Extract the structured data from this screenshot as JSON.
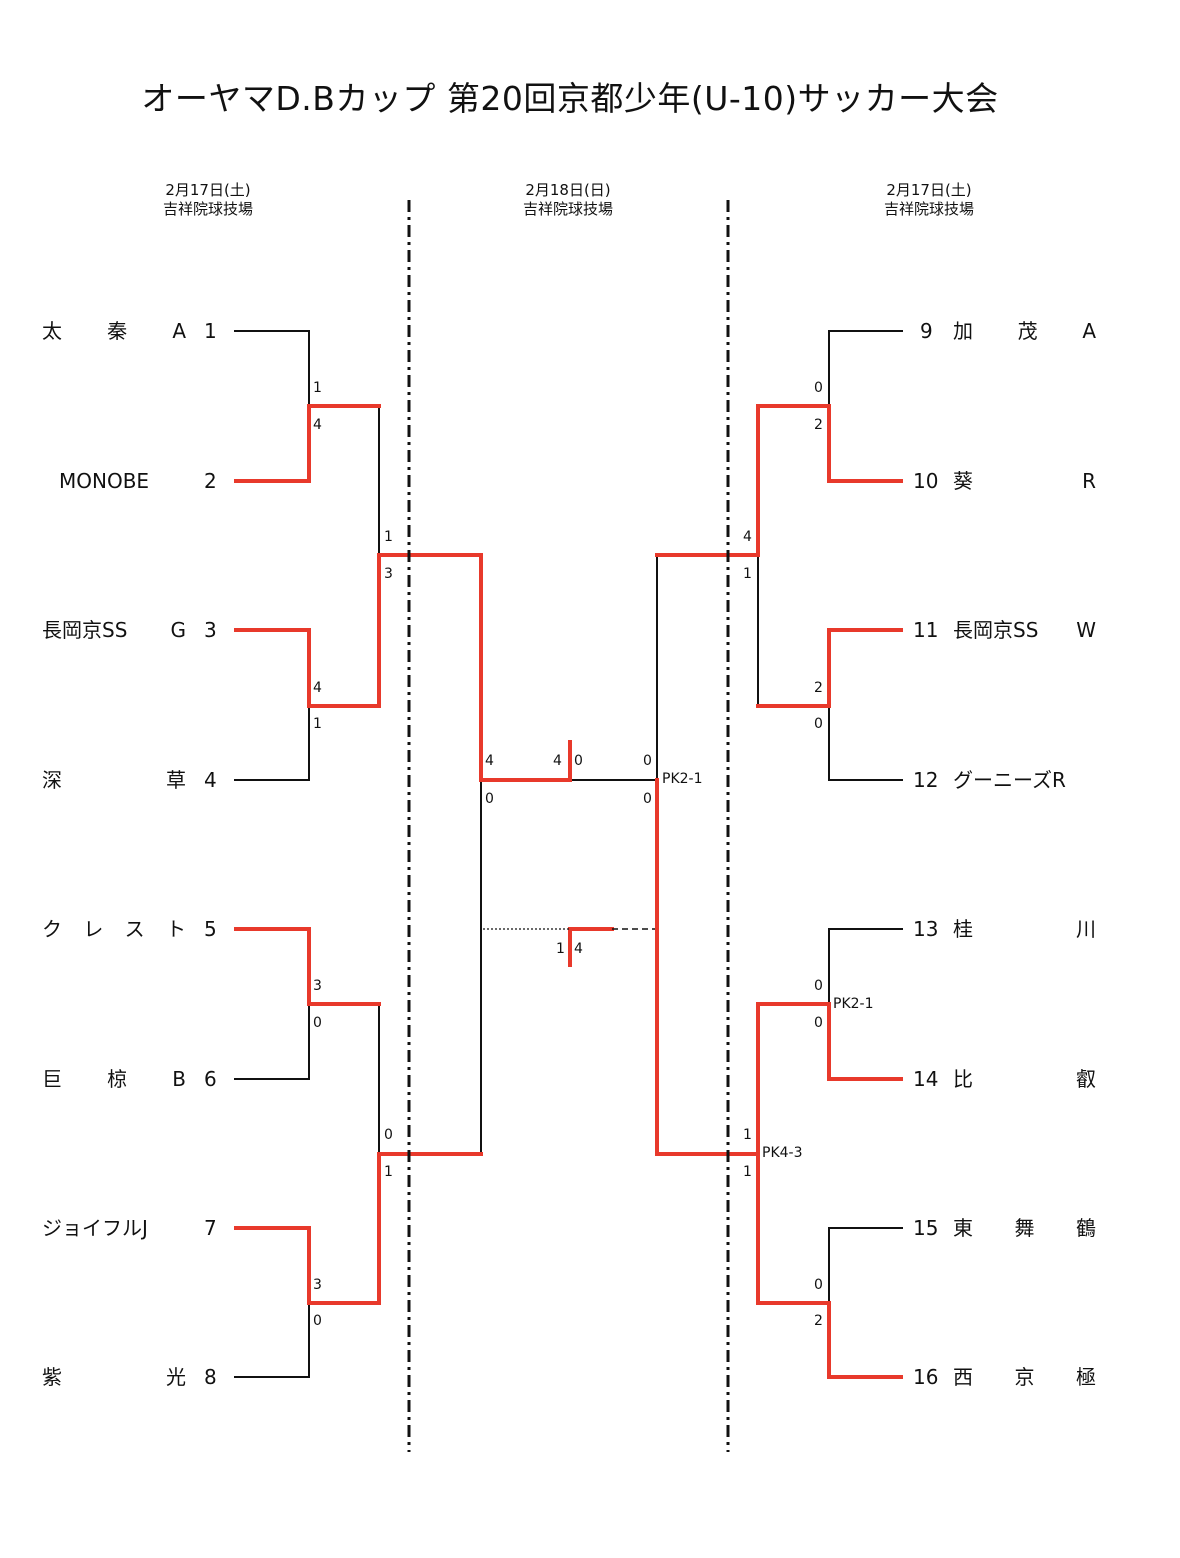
{
  "title": "オーヤマD.Bカップ 第20回京都少年(U-10)サッカー大会",
  "headers": [
    {
      "date": "2月17日(土)",
      "venue": "吉祥院球技場"
    },
    {
      "date": "2月18日(日)",
      "venue": "吉祥院球技場"
    },
    {
      "date": "2月17日(土)",
      "venue": "吉祥院球技場"
    }
  ],
  "teams_left": [
    {
      "seed": "1",
      "name": [
        "太",
        "秦",
        "A"
      ]
    },
    {
      "seed": "2",
      "name": [
        "MONOBE"
      ]
    },
    {
      "seed": "3",
      "name": [
        "長岡京SS",
        "G"
      ]
    },
    {
      "seed": "4",
      "name": [
        "深",
        "草"
      ]
    },
    {
      "seed": "5",
      "name": [
        "ク",
        "レ",
        "ス",
        "ト"
      ]
    },
    {
      "seed": "6",
      "name": [
        "巨",
        "椋",
        "B"
      ]
    },
    {
      "seed": "7",
      "name": [
        "ジョイフルJ"
      ]
    },
    {
      "seed": "8",
      "name": [
        "紫",
        "光"
      ]
    }
  ],
  "teams_right": [
    {
      "seed": "9",
      "name": [
        "加",
        "茂",
        "A"
      ]
    },
    {
      "seed": "10",
      "name": [
        "葵",
        "R"
      ]
    },
    {
      "seed": "11",
      "name": [
        "長岡京SS",
        "W"
      ]
    },
    {
      "seed": "12",
      "name": [
        "グーニーズR"
      ]
    },
    {
      "seed": "13",
      "name": [
        "桂",
        "川"
      ]
    },
    {
      "seed": "14",
      "name": [
        "比",
        "叡"
      ]
    },
    {
      "seed": "15",
      "name": [
        "東",
        "舞",
        "鶴"
      ]
    },
    {
      "seed": "16",
      "name": [
        "西",
        "京",
        "極"
      ]
    }
  ],
  "scores": {
    "l1_top": "1",
    "l1_bot": "4",
    "l2_top": "4",
    "l2_bot": "1",
    "l3_top": "3",
    "l3_bot": "0",
    "l4_top": "3",
    "l4_bot": "0",
    "lq1_top": "1",
    "lq1_bot": "3",
    "lq2_top": "0",
    "lq2_bot": "1",
    "ls_top": "4",
    "ls_bot": "0",
    "r1_top": "0",
    "r1_bot": "2",
    "r2_top": "2",
    "r2_bot": "0",
    "r3_top": "0",
    "r3_bot": "0",
    "r4_top": "0",
    "r4_bot": "2",
    "rq1_top": "4",
    "rq1_bot": "1",
    "rq2_top": "1",
    "rq2_bot": "1",
    "rs_top": "0",
    "rs_bot": "0",
    "final_left": "4",
    "final_right": "0",
    "third_left": "1",
    "third_right": "4"
  },
  "pk": {
    "semi_right": "PK2-1",
    "r3": "PK2-1",
    "rq2": "PK4-3"
  },
  "colors": {
    "winner_line": "#e8392b",
    "line": "#111111"
  }
}
